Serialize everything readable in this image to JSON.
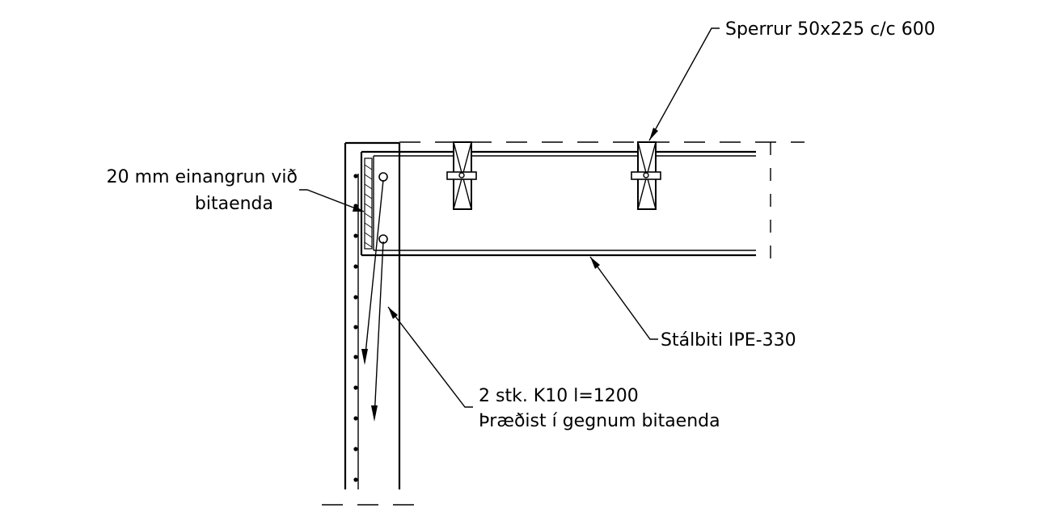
{
  "labels": {
    "rafters": "Sperrur 50x225 c/c 600",
    "insulation_line1": "20 mm einangrun við",
    "insulation_line2": "bitaenda",
    "beam": "Stálbiti IPE-330",
    "rebar_line1": "2 stk. K10 l=1200",
    "rebar_line2": "Þræðist í gegnum bitaenda"
  },
  "colors": {
    "ink": "#000000",
    "paper": "#ffffff"
  }
}
